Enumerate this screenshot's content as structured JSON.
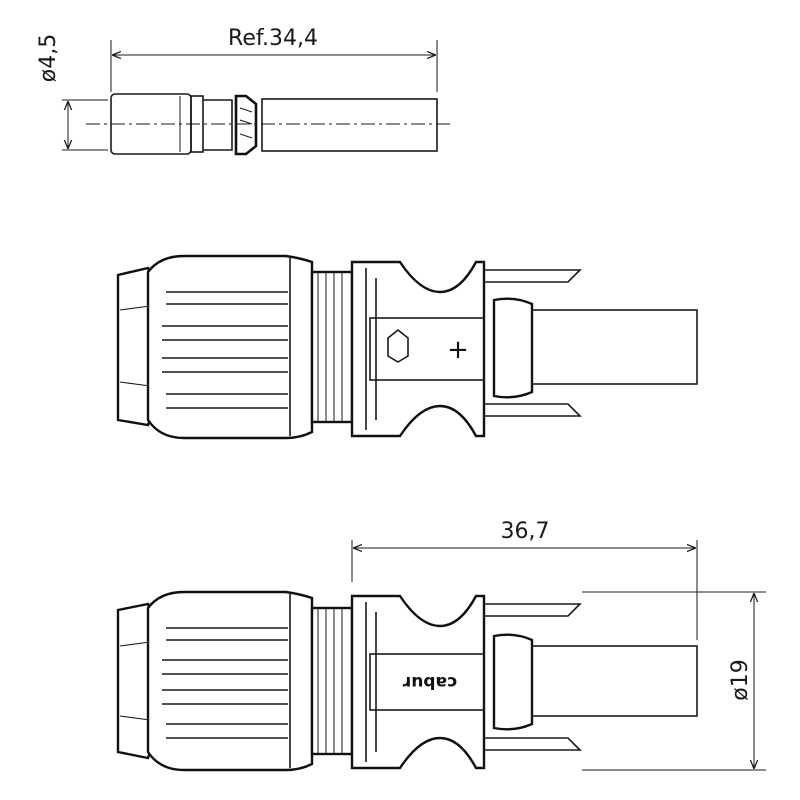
{
  "dimensions": {
    "pin_length": "Ref.34,4",
    "pin_diameter": "ø4,5",
    "housing_length": "36,7",
    "housing_diameter": "ø19"
  },
  "markings": {
    "brand": "cabur",
    "polarity": "+"
  }
}
